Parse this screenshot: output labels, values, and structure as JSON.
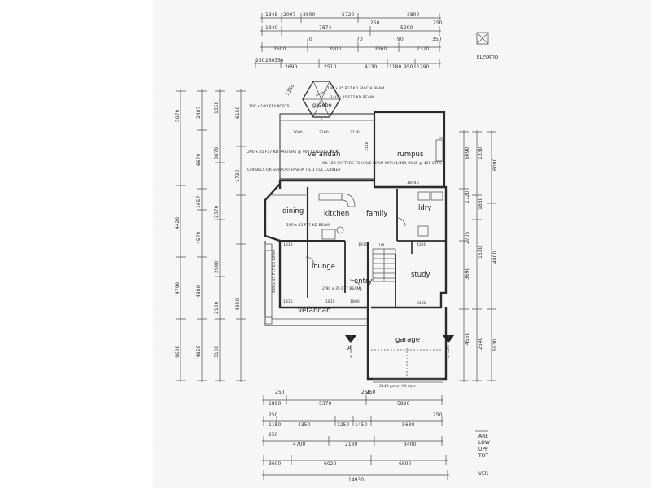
{
  "rooms": {
    "gazebo": "gazebo",
    "verandah_rear": "verandah",
    "rumpus": "rumpus",
    "dining": "dining",
    "kitchen": "kitchen",
    "family": "family",
    "ldry": "ldry",
    "lounge": "lounge",
    "entry": "entry",
    "study": "study",
    "verandah_front": "verandah",
    "garage": "garage"
  },
  "dims_top": {
    "row1": [
      "1345",
      "2007",
      "3800",
      "5720",
      "3800"
    ],
    "row2": [
      "1340",
      "7874",
      "250",
      "5290",
      "250"
    ],
    "row3": [
      "3600",
      "70",
      "3900",
      "70",
      "3360",
      "90",
      "2320",
      "350"
    ],
    "row4": [
      "250",
      "280",
      "350",
      "2690",
      "2510",
      "4130",
      "1180",
      "950",
      "1290"
    ]
  },
  "dims_bottom": {
    "row1": [
      "250",
      "250",
      "1890",
      "5370",
      "250",
      "5890"
    ],
    "row2": [
      "250",
      "1150",
      "4350",
      "1250",
      "1450",
      "5630",
      "250"
    ],
    "row3": [
      "250",
      "4700",
      "2130",
      "3400"
    ],
    "row4": [
      "3600",
      "6020",
      "6800"
    ],
    "total": "14930"
  },
  "dims_left": {
    "outer": [
      "5870",
      "4420",
      "4790",
      "9600"
    ],
    "inner": [
      "2487",
      "6670",
      "1657",
      "4570",
      "4880",
      "2100",
      "1730",
      "4850"
    ],
    "small": [
      "1350",
      "3870",
      "2370",
      "2900",
      "3100",
      "6150"
    ]
  },
  "dims_right": {
    "outer": [
      "6090",
      "4800",
      "6930"
    ],
    "inner": [
      "6090",
      "1720",
      "2705",
      "3690",
      "4560"
    ],
    "small": [
      "1330",
      "1880",
      "1630",
      "2540"
    ]
  },
  "dims_inner": {
    "dining_w": "2600",
    "dining_w2": "2100",
    "kitchen_w": "3136",
    "lounge_a": "1812",
    "lounge_b": "1815",
    "lounge_c": "1815",
    "entry_w": "1800",
    "garage_w": "2148",
    "a1": "18540",
    "a2": "1930",
    "a3": "4320",
    "a4": "3100"
  },
  "notes": {
    "fascia1": "190 x 35 F17 KD FASCIA BEAM",
    "fascia2": "140 x 45 F17 KD BEAM",
    "rafter": "290 x 45 F17 KD RAFTERS @ 900 CENTRES MAX",
    "post": "100 x 100 F14 POSTS",
    "verandah_note": "OK 150 RAFTERS TO HAVE BEAM WITH 1/45X 90 LT @ 420 CTRS",
    "beam1": "290 x 45 F17 KD BEAM",
    "beam2": "290 x 45 F17 KD BEAM",
    "beam3": "2/90 x 35 F17 BEAM",
    "garage_door": "2148 panel lift door",
    "support": "CORBELS OR SUPPORT FASCIA TIE 1 COL CORNER",
    "stairs": "UP"
  },
  "section_marks": [
    "A",
    "A"
  ],
  "title_block": {
    "elev": "ELEVATIO",
    "lines": [
      "ARE",
      "LOW",
      "UPP",
      "TOT"
    ],
    "ver": "VER"
  }
}
